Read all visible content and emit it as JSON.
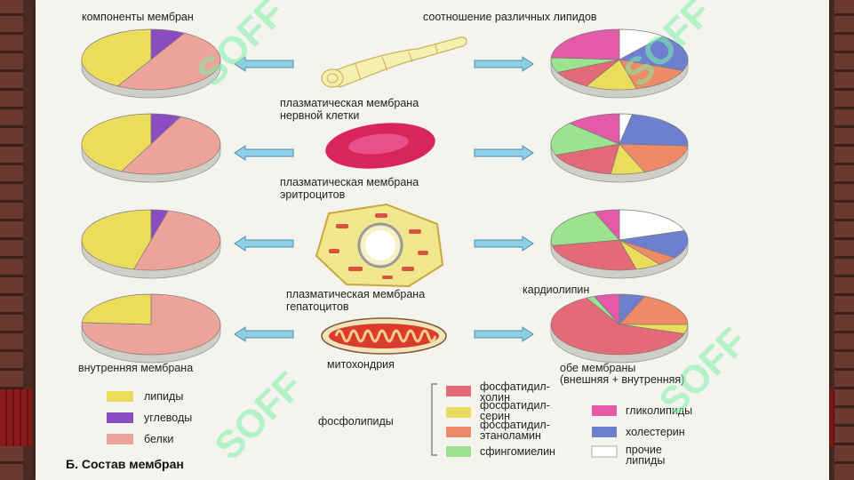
{
  "titles": {
    "left": "компоненты мембран",
    "right": "соотношение различных липидов"
  },
  "rows": [
    {
      "label1": "плазматическая мембрана",
      "label2": "нервной клетки",
      "right_label": ""
    },
    {
      "label1": "плазматическая мембрана",
      "label2": "эритроцитов",
      "right_label": ""
    },
    {
      "label1": "плазматическая мембрана",
      "label2": "гепатоцитов",
      "right_label": "кардиолипин"
    },
    {
      "label1": "митохондрия",
      "label2": "",
      "right_label": ""
    }
  ],
  "bottom_labels": {
    "left": "внутренняя мембрана",
    "right1": "обе мембраны",
    "right2": "(внешняя + внутренняя)"
  },
  "legend_components": [
    {
      "label": "липиды",
      "color": "#ecdc5c"
    },
    {
      "label": "углеводы",
      "color": "#8a4cc0"
    },
    {
      "label": "белки",
      "color": "#eea39a"
    }
  ],
  "legend_phospholipids_title": "фосфолипиды",
  "legend_phospholipids": [
    {
      "line1": "фосфатидил-",
      "line2": "холин",
      "color": "#e46a78"
    },
    {
      "line1": "фосфатидил-",
      "line2": "серин",
      "color": "#ecdc5c"
    },
    {
      "line1": "фосфатидил-",
      "line2": "этаноламин",
      "color": "#ef8a66"
    },
    {
      "line1": "сфингомиелин",
      "line2": "",
      "color": "#9be38e"
    }
  ],
  "legend_other": [
    {
      "line1": "гликолипиды",
      "line2": "",
      "color": "#e25aa8"
    },
    {
      "line1": "холестерин",
      "line2": "",
      "color": "#6f7fd0"
    },
    {
      "line1": "прочие",
      "line2": "липиды",
      "color": "#ffffff"
    }
  ],
  "section_title": "Б. Состав мембран",
  "watermark": "SOFF",
  "colors": {
    "lipid": "#ecdc5c",
    "carb": "#8a4cc0",
    "protein": "#eea39a",
    "pc": "#e46a78",
    "ps": "#ecdc5c",
    "pe": "#ef8a66",
    "sm": "#9be38e",
    "gl": "#e25aa8",
    "ch": "#6f7fd0",
    "other": "#ffffff",
    "arrow": "#8fcfe6",
    "rbc": "#d8265c"
  },
  "pies_components": [
    {
      "lipid": 0.42,
      "carb": 0.08,
      "protein": 0.5
    },
    {
      "lipid": 0.43,
      "carb": 0.07,
      "protein": 0.5
    },
    {
      "lipid": 0.46,
      "carb": 0.04,
      "protein": 0.5
    },
    {
      "lipid": 0.24,
      "carb": 0.0,
      "protein": 0.76
    }
  ],
  "pies_lipids": [
    {
      "other": 0.11,
      "ch": 0.2,
      "pe": 0.15,
      "ps": 0.12,
      "pc": 0.1,
      "sm": 0.08,
      "gl": 0.24
    },
    {
      "other": 0.03,
      "ch": 0.23,
      "pe": 0.18,
      "ps": 0.08,
      "pc": 0.17,
      "sm": 0.18,
      "gl": 0.13
    },
    {
      "other": 0.2,
      "ch": 0.15,
      "pe": 0.05,
      "ps": 0.06,
      "pc": 0.26,
      "sm": 0.22,
      "gl": 0.06
    },
    {
      "other": 0.0,
      "ch": 0.06,
      "pe": 0.19,
      "ps": 0.05,
      "pc": 0.62,
      "sm": 0.02,
      "gl": 0.06
    }
  ]
}
